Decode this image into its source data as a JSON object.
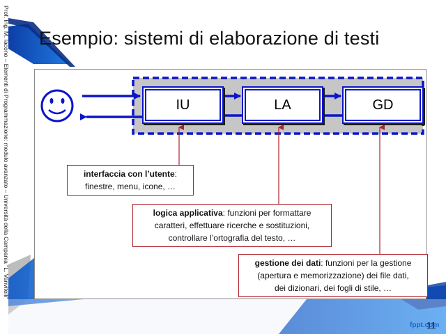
{
  "slide": {
    "title": "Esempio: sistemi di elaborazione di testi",
    "side_text": "Prof. Ing. M. Iacono – Elementi di Programmazione: modulo avanzato – Università della Campania \"L. Vanvitelli\"",
    "page_number": "11",
    "brand": "fppt.com"
  },
  "diagram": {
    "nodes": [
      "IU",
      "LA",
      "GD"
    ],
    "callouts": [
      {
        "term": "interfaccia con l’utente",
        "rest_line1": ":",
        "line2": "finestre, menu, icone, …"
      },
      {
        "term": "logica applicativa",
        "rest_line1": ": funzioni per formattare",
        "line2": "caratteri, effettuare ricerche e sostituzioni,",
        "line3": "controllare l’ortografia del testo, …"
      },
      {
        "term": "gestione dei dati",
        "rest_line1": ": funzioni per la gestione",
        "line2": "(apertura e memorizzazione) dei  file dati,",
        "line3": "dei dizionari, dei fogli di stile, …"
      }
    ]
  },
  "colors": {
    "accent_blue": "#0a15c9",
    "callout_red": "#b0222a",
    "band_gray": "#c6c6c6"
  }
}
